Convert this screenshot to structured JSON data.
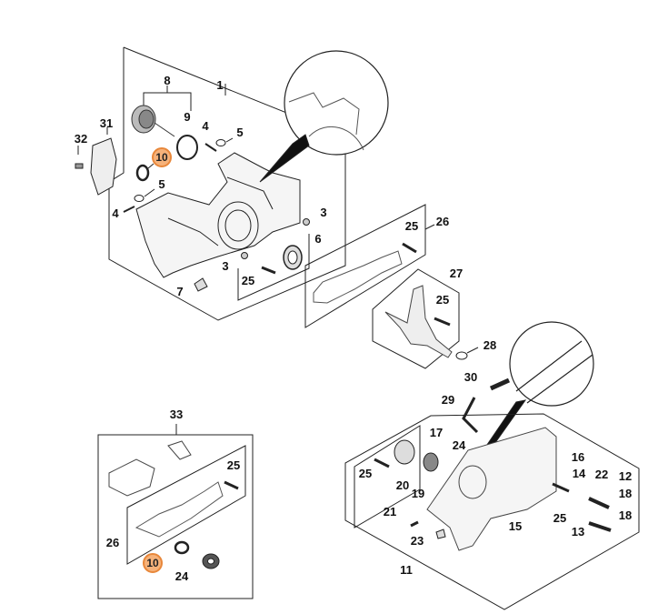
{
  "diagram": {
    "title": "Crankcase exploded parts diagram",
    "highlight_color": "#f6b27a",
    "highlight_border": "#e8873a",
    "callouts": [
      {
        "id": "c1",
        "text": "1",
        "highlighted": false
      },
      {
        "id": "c8",
        "text": "8",
        "highlighted": false
      },
      {
        "id": "c9",
        "text": "9",
        "highlighted": false
      },
      {
        "id": "c4a",
        "text": "4",
        "highlighted": false
      },
      {
        "id": "c5a",
        "text": "5",
        "highlighted": false
      },
      {
        "id": "c31",
        "text": "31",
        "highlighted": false
      },
      {
        "id": "c32",
        "text": "32",
        "highlighted": false
      },
      {
        "id": "c10a",
        "text": "10",
        "highlighted": true
      },
      {
        "id": "c5b",
        "text": "5",
        "highlighted": false
      },
      {
        "id": "c4b",
        "text": "4",
        "highlighted": false
      },
      {
        "id": "c3a",
        "text": "3",
        "highlighted": false
      },
      {
        "id": "c6",
        "text": "6",
        "highlighted": false
      },
      {
        "id": "c3b",
        "text": "3",
        "highlighted": false
      },
      {
        "id": "c25a",
        "text": "25",
        "highlighted": false
      },
      {
        "id": "c7",
        "text": "7",
        "highlighted": false
      },
      {
        "id": "c25b",
        "text": "25",
        "highlighted": false
      },
      {
        "id": "c26a",
        "text": "26",
        "highlighted": false
      },
      {
        "id": "c27",
        "text": "27",
        "highlighted": false
      },
      {
        "id": "c25c",
        "text": "25",
        "highlighted": false
      },
      {
        "id": "c28",
        "text": "28",
        "highlighted": false
      },
      {
        "id": "c30",
        "text": "30",
        "highlighted": false
      },
      {
        "id": "c29",
        "text": "29",
        "highlighted": false
      },
      {
        "id": "c33",
        "text": "33",
        "highlighted": false
      },
      {
        "id": "c25d",
        "text": "25",
        "highlighted": false
      },
      {
        "id": "c26b",
        "text": "26",
        "highlighted": false
      },
      {
        "id": "c10b",
        "text": "10",
        "highlighted": true
      },
      {
        "id": "c24a",
        "text": "24",
        "highlighted": false
      },
      {
        "id": "c17",
        "text": "17",
        "highlighted": false
      },
      {
        "id": "c24b",
        "text": "24",
        "highlighted": false
      },
      {
        "id": "c25e",
        "text": "25",
        "highlighted": false
      },
      {
        "id": "c20",
        "text": "20",
        "highlighted": false
      },
      {
        "id": "c19",
        "text": "19",
        "highlighted": false
      },
      {
        "id": "c16",
        "text": "16",
        "highlighted": false
      },
      {
        "id": "c14",
        "text": "14",
        "highlighted": false
      },
      {
        "id": "c22",
        "text": "22",
        "highlighted": false
      },
      {
        "id": "c12",
        "text": "12",
        "highlighted": false
      },
      {
        "id": "c18a",
        "text": "18",
        "highlighted": false
      },
      {
        "id": "c21",
        "text": "21",
        "highlighted": false
      },
      {
        "id": "c25f",
        "text": "25",
        "highlighted": false
      },
      {
        "id": "c13",
        "text": "13",
        "highlighted": false
      },
      {
        "id": "c15",
        "text": "15",
        "highlighted": false
      },
      {
        "id": "c18b",
        "text": "18",
        "highlighted": false
      },
      {
        "id": "c23",
        "text": "23",
        "highlighted": false
      },
      {
        "id": "c11",
        "text": "11",
        "highlighted": false
      }
    ]
  }
}
